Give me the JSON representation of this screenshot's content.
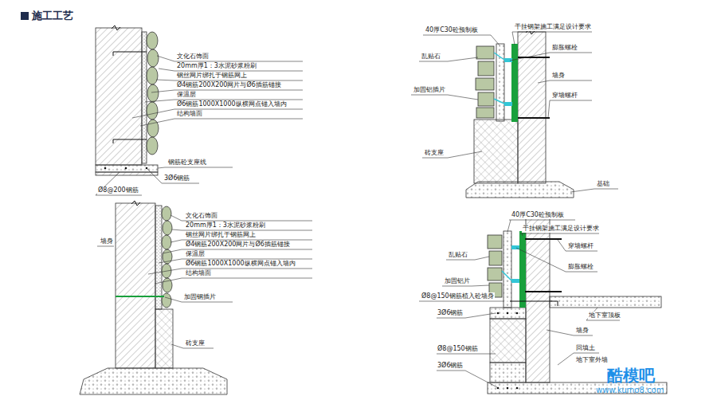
{
  "diagram": {
    "title": "施工工艺",
    "labels": [
      "文化石饰面",
      "20mm厚1：3水泥砂浆粉刷",
      "钢丝网片绑扎于钢筋网上",
      "Ø4钢筋200X200网片与Ø6插筋锚接",
      "保温层",
      "Ø6钢筋1000X1000纵横网点锚入墙内",
      "结构墙面",
      "钢筋砼支座线",
      "3Ø6钢筋",
      "Ø8@200钢筋",
      "文化石饰面",
      "20mm厚1：3水泥砂浆粉刷",
      "钢丝网片绑扎于钢筋网上",
      "Ø4钢筋200X200网片与Ø6插筋锚接",
      "保温层",
      "Ø6钢筋1000X1000纵横网点锚入墙内",
      "结构墙面",
      "墙身",
      "加固钢插片",
      "砖支座",
      "40厚C30砼预制板",
      "干挂钢架施工满足设计要求",
      "乱贴石",
      "膨胀螺栓",
      "墙身",
      "加固铝插片",
      "穿墙螺杆",
      "砖支座",
      "基础",
      "40厚C30砼预制板",
      "干挂钢架施工满足设计要求",
      "穿墙螺杆",
      "乱贴石",
      "膨胀螺栓",
      "加固铝片",
      "Ø8@150钢筋植入砼墙身",
      "地下室顶板",
      "3Ø6钢筋",
      "墙身",
      "回填土",
      "Ø8@150钢筋",
      "3Ø6钢筋",
      "地下室外墙",
      "酷模吧",
      "www.kumo8.com"
    ]
  }
}
